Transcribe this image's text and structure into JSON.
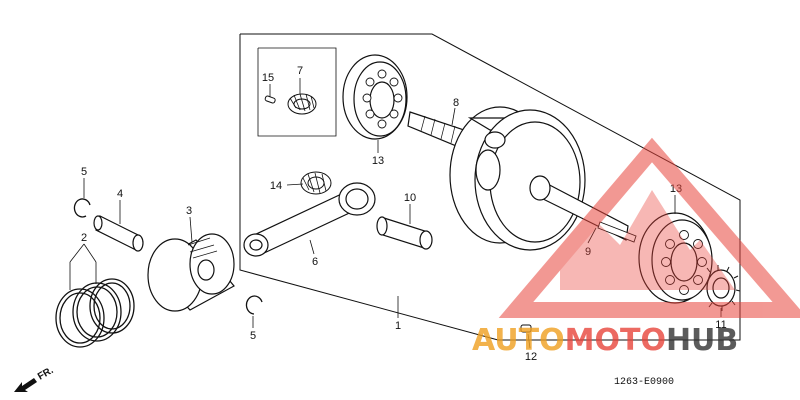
{
  "diagram": {
    "callouts": {
      "c1": "1",
      "c2": "2",
      "c3": "3",
      "c4": "4",
      "c5a": "5",
      "c5b": "5",
      "c6": "6",
      "c7": "7",
      "c8": "8",
      "c9": "9",
      "c10": "10",
      "c11": "11",
      "c12": "12",
      "c13a": "13",
      "c13b": "13",
      "c14": "14",
      "c15": "15"
    },
    "direction_label": "FR.",
    "drawing_code": "1263-E0900"
  },
  "watermark": {
    "text_part1": "AUTO",
    "text_part2": "MOTO",
    "text_part3": "HUB",
    "colors": {
      "orange": "#f0a020",
      "red": "#e8453c",
      "dark": "#333333"
    }
  }
}
